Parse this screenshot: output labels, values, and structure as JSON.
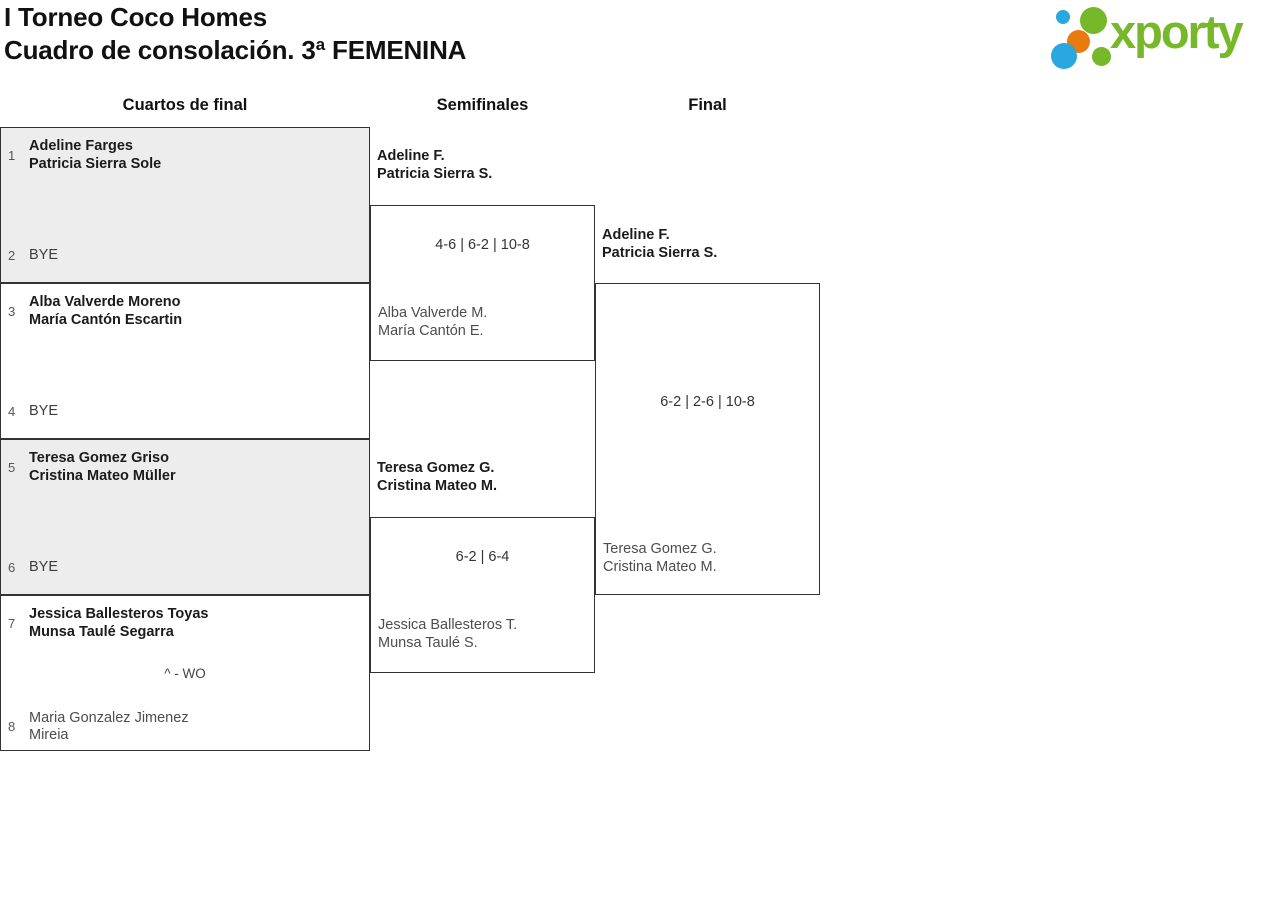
{
  "header": {
    "title_line1": "I Torneo Coco Homes",
    "title_line2": "Cuadro de consolación. 3ª FEMENINA"
  },
  "logo": {
    "text": "xporty",
    "green": "#76b82a",
    "blue": "#29a8df",
    "orange": "#e87b10"
  },
  "rounds": {
    "r1": "Cuartos de final",
    "r2": "Semifinales",
    "r3": "Final"
  },
  "colors": {
    "box_grey": "#ededed",
    "border": "#333333",
    "winner_text": "#1b1b1b",
    "loser_text": "#4d4d4d"
  },
  "quarterfinals": [
    {
      "seed_top": "1",
      "team_top_line1": "Adeline Farges",
      "team_top_line2": "Patricia Sierra Sole",
      "seed_bottom": "2",
      "team_bottom_line1": "BYE",
      "team_bottom_line2": "",
      "note": ""
    },
    {
      "seed_top": "3",
      "team_top_line1": "Alba Valverde Moreno",
      "team_top_line2": "María Cantón Escartin",
      "seed_bottom": "4",
      "team_bottom_line1": "BYE",
      "team_bottom_line2": "",
      "note": ""
    },
    {
      "seed_top": "5",
      "team_top_line1": "Teresa Gomez Griso",
      "team_top_line2": "Cristina Mateo Müller",
      "seed_bottom": "6",
      "team_bottom_line1": "BYE",
      "team_bottom_line2": "",
      "note": ""
    },
    {
      "seed_top": "7",
      "team_top_line1": "Jessica Ballesteros Toyas",
      "team_top_line2": "Munsa Taulé Segarra",
      "seed_bottom": "8",
      "team_bottom_line1": "Maria Gonzalez Jimenez",
      "team_bottom_line2": "Mireia",
      "note": "^ - WO"
    }
  ],
  "semifinals": [
    {
      "winner_line1": "Adeline F.",
      "winner_line2": "Patricia Sierra S.",
      "score": "4-6 | 6-2 | 10-8",
      "loser_line1": "Alba Valverde M.",
      "loser_line2": "María Cantón E."
    },
    {
      "winner_line1": "Teresa Gomez G.",
      "winner_line2": "Cristina Mateo M.",
      "score": "6-2 | 6-4",
      "loser_line1": "Jessica Ballesteros T.",
      "loser_line2": "Munsa Taulé S."
    }
  ],
  "final": {
    "winner_line1": "Adeline F.",
    "winner_line2": "Patricia Sierra S.",
    "score": "6-2 | 2-6 | 10-8",
    "loser_line1": "Teresa Gomez G.",
    "loser_line2": "Cristina Mateo M."
  }
}
